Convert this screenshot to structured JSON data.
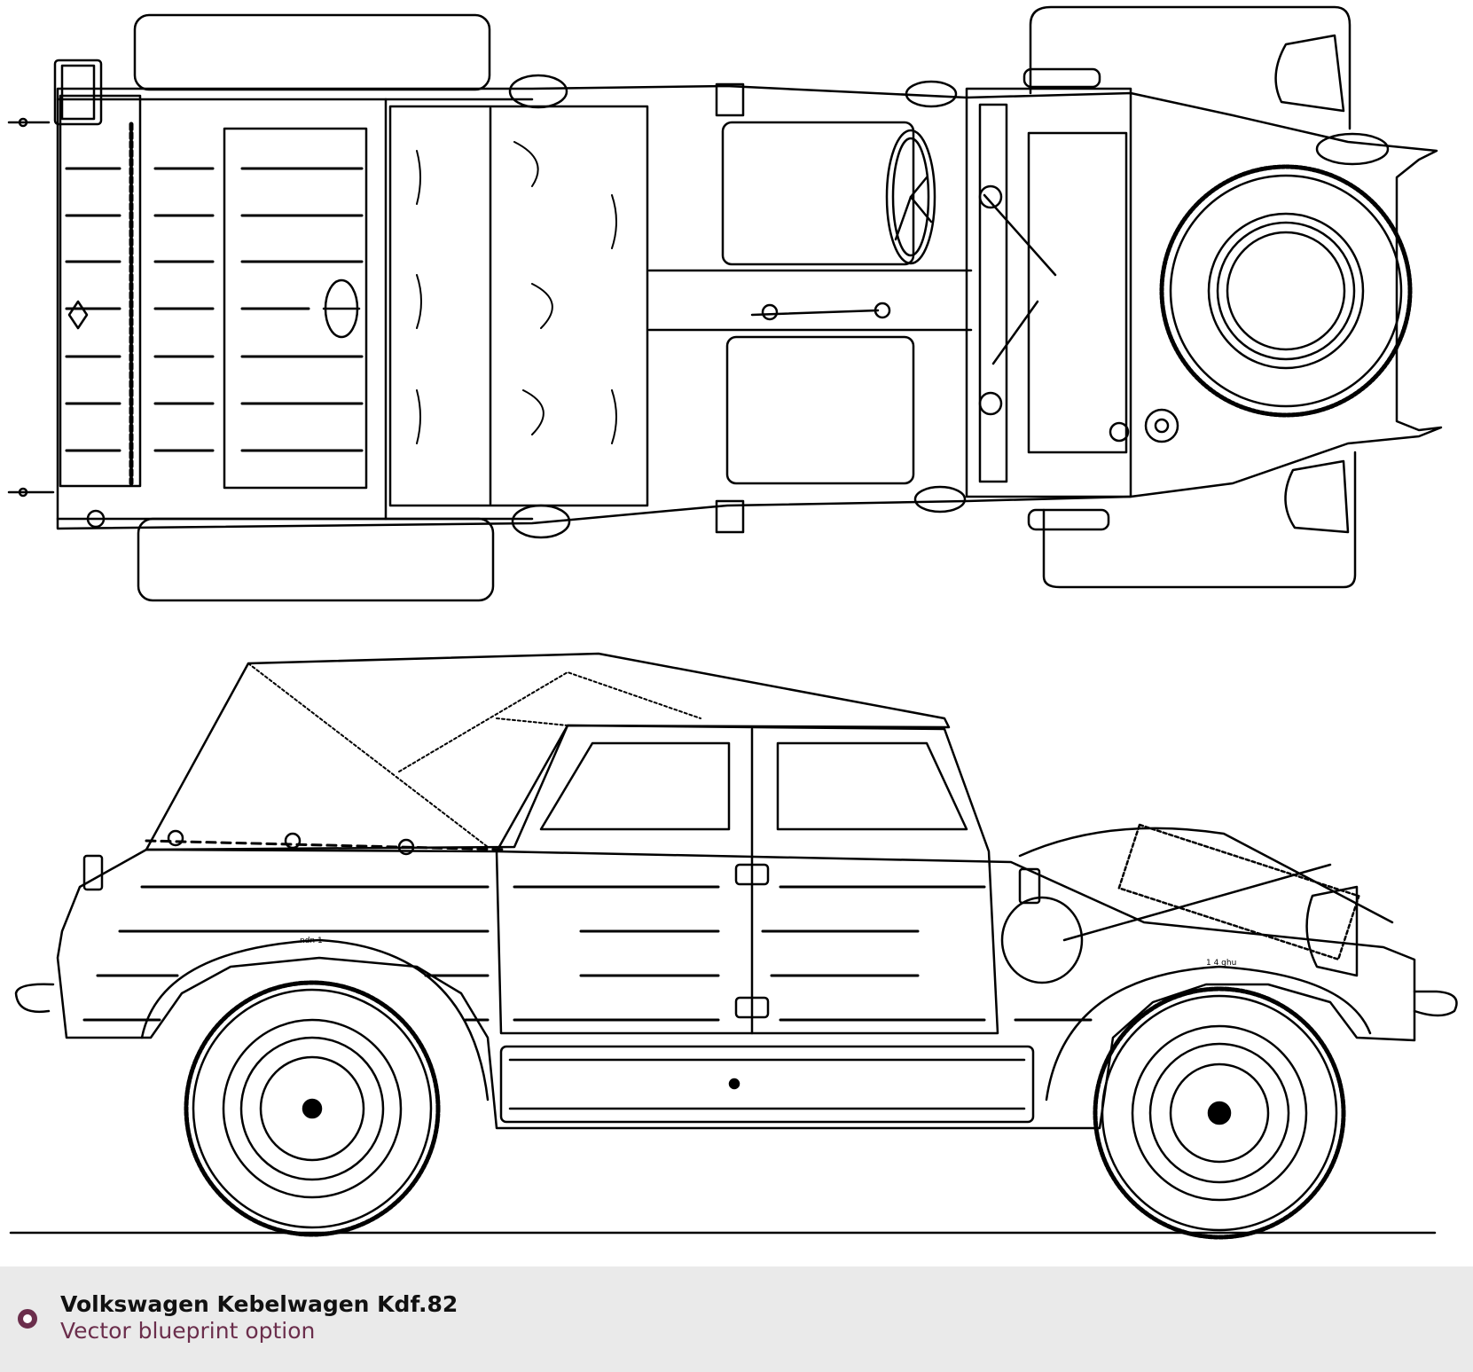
{
  "colors": {
    "ink": "#000000",
    "caption_background": "#eaeaea",
    "accent": "#6b2e4c",
    "title_text": "#111111"
  },
  "drawing": {
    "views": [
      "top-view",
      "side-view"
    ],
    "wheel_label_left": "ndn 1",
    "wheel_label_right": "1 4 ghu"
  },
  "caption": {
    "icon": "circle-ring-icon",
    "title": "Volkswagen Kebelwagen Kdf.82",
    "subtitle": "Vector blueprint option"
  }
}
